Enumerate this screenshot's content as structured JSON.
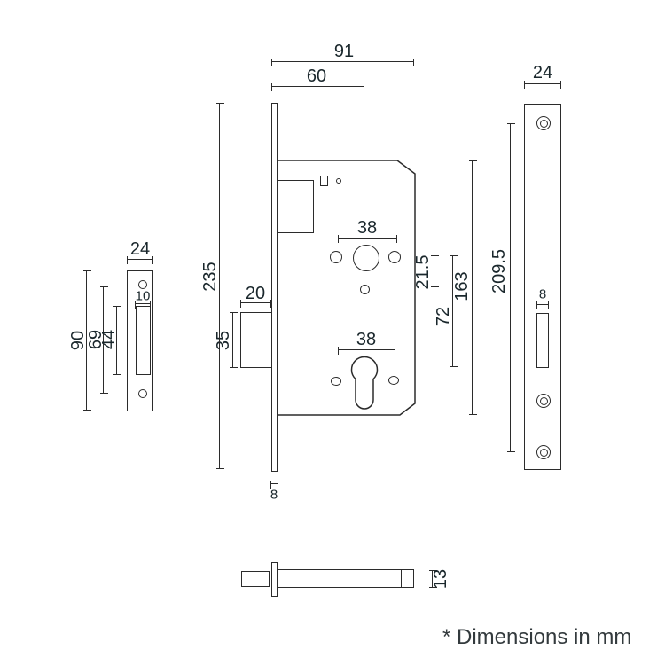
{
  "colors": {
    "line": "#2b2b2b",
    "text": "#1a272c",
    "background": "#ffffff"
  },
  "footnote": "* Dimensions in mm",
  "strike_plate": {
    "width": "24",
    "height": "90",
    "screw_centres": "69",
    "slot_height": "44",
    "slot_width": "10"
  },
  "lock_case": {
    "total_depth": "91",
    "backset": "60",
    "faceplate_length": "235",
    "bolt_throw": "20",
    "bolt_height": "35",
    "follower_span": "38",
    "cylinder_span": "38",
    "follower_offset": "21.5",
    "lock_centres": "72",
    "case_height": "163",
    "faceplate_width": "8"
  },
  "forend": {
    "width": "24",
    "screw_centres": "209.5",
    "slot_width": "8"
  },
  "edge_view": {
    "case_thickness": "13"
  }
}
